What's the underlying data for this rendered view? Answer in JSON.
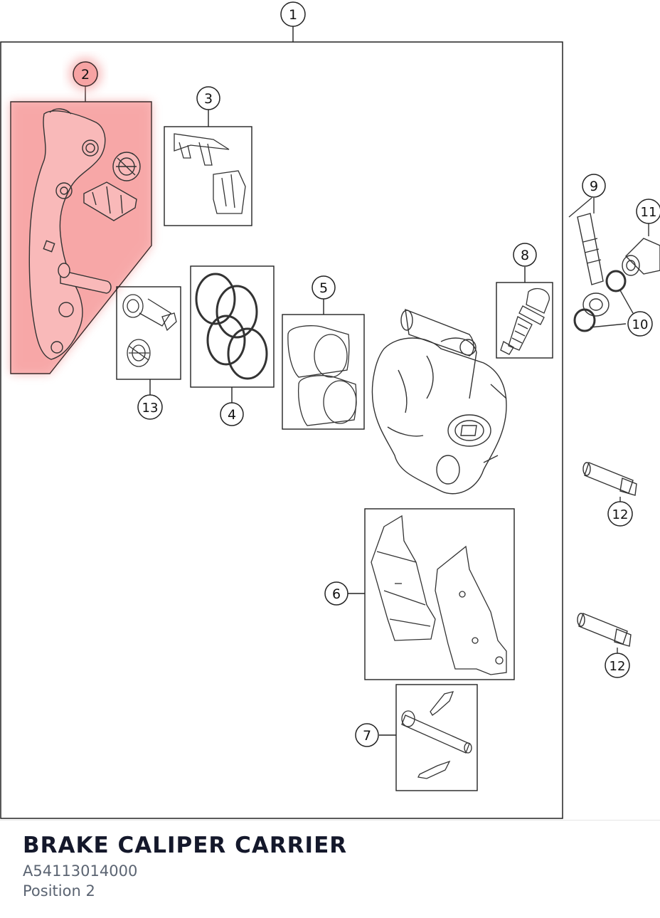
{
  "callouts": {
    "c1": "1",
    "c2": "2",
    "c3": "3",
    "c4": "4",
    "c5": "5",
    "c6": "6",
    "c7": "7",
    "c8": "8",
    "c9": "9",
    "c10": "10",
    "c11": "11",
    "c12a": "12",
    "c12b": "12",
    "c13": "13"
  },
  "highlight": {
    "position": "2",
    "color": "#f07a7a"
  },
  "part": {
    "title": "BRAKE CALIPER CARRIER",
    "number": "A54113014000",
    "position_label": "Position 2"
  }
}
